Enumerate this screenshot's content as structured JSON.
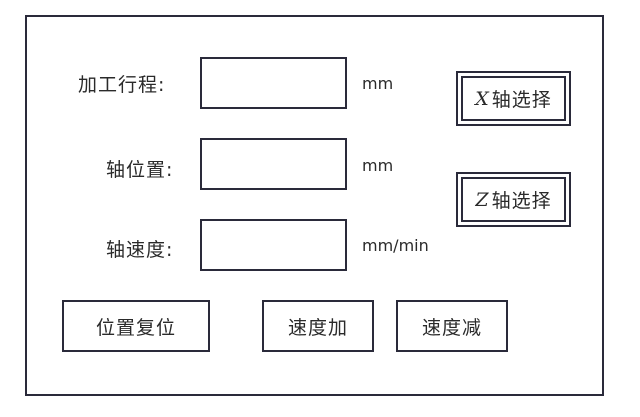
{
  "fields": [
    {
      "label": "加工行程:",
      "value": "",
      "unit": "mm"
    },
    {
      "label": "轴位置:",
      "value": "",
      "unit": "mm"
    },
    {
      "label": "轴速度:",
      "value": "",
      "unit": "mm/min"
    }
  ],
  "axis_buttons": [
    {
      "letter": "X",
      "text": "轴选择"
    },
    {
      "letter": "Z",
      "text": "轴选择"
    }
  ],
  "buttons": {
    "reset_position": "位置复位",
    "speed_up": "速度加",
    "speed_down": "速度减"
  }
}
